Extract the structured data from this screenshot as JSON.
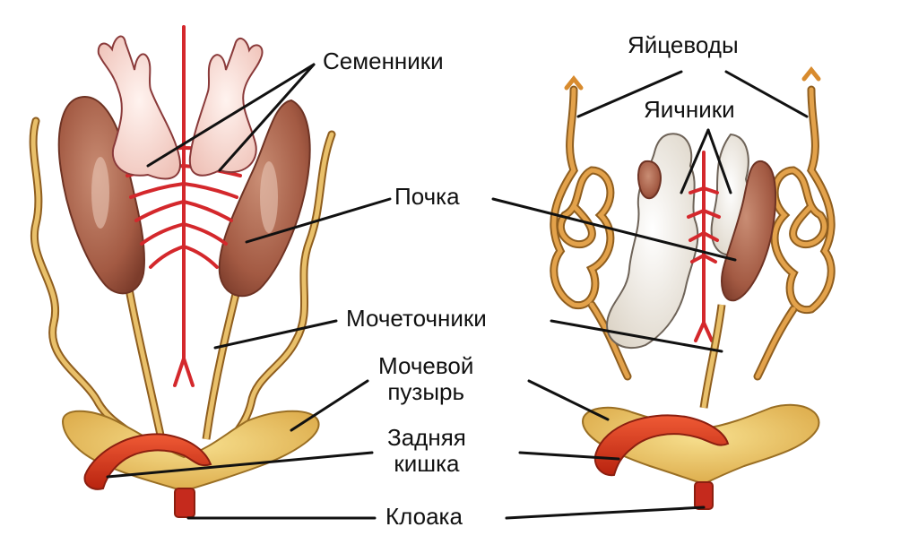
{
  "labels": {
    "testes": "Семенники",
    "oviducts": "Яйцеводы",
    "ovaries": "Яичники",
    "kidney": "Почка",
    "ureters": "Мочеточники",
    "bladder_line1": "Мочевой",
    "bladder_line2": "пузырь",
    "hindgut_line1": "Задняя",
    "hindgut_line2": "кишка",
    "cloaca": "Клоака"
  },
  "colors": {
    "text": "#111111",
    "leader": "#111111",
    "vessel": "#d4282c",
    "kidney": "#a8604a",
    "kidney_dark": "#6e3324",
    "testis": "#f6d6cf",
    "testis_outline": "#8a3a3a",
    "ovary": "#f1ece4",
    "ovary_outline": "#6e6358",
    "duct": "#e3b35a",
    "duct_outline": "#8f5e1f",
    "oviduct": "#d88b2e",
    "bladder": "#ecc565",
    "bladder_outline": "#9a6f24",
    "gut": "#d93a22",
    "gut_outline": "#8b1f10",
    "cloaca": "#c52a1d"
  }
}
